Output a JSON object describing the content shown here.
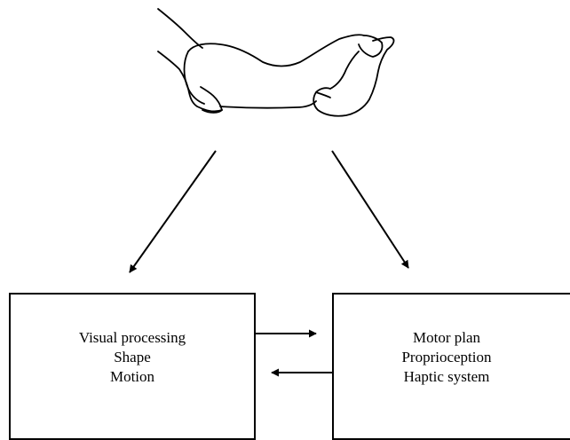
{
  "boxes": {
    "visual": {
      "lines": [
        "Visual processing",
        "Shape",
        "Motion"
      ]
    },
    "motor": {
      "lines": [
        "Motor plan",
        "Proprioception",
        "Haptic system"
      ]
    }
  }
}
